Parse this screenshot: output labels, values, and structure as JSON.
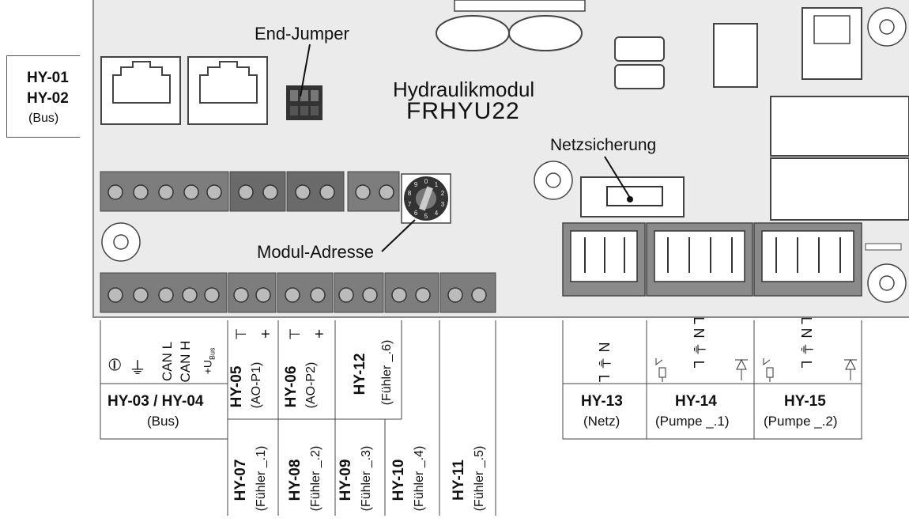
{
  "side_label": {
    "line1": "HY-01",
    "line2": "HY-02",
    "line3": "(Bus)"
  },
  "board": {
    "title1": "Hydraulikmodul",
    "title2": "FRHYU22",
    "callout_jumper": "End-Jumper",
    "callout_fuse": "Netzsicherung",
    "callout_address": "Modul-Adresse",
    "dial_digits": [
      "0",
      "1",
      "2",
      "3",
      "4",
      "5",
      "6",
      "7",
      "8",
      "9"
    ]
  },
  "left_block": {
    "pins": [
      "CAN L",
      "CAN H"
    ],
    "uplus": "+U",
    "usub": "Bus",
    "name": "HY-03 / HY-04",
    "sub": "(Bus)"
  },
  "top_terms": [
    {
      "name": "HY-05",
      "sub": "(AO-P1)",
      "sym1": "⊥",
      "sym2": "+"
    },
    {
      "name": "HY-06",
      "sub": "(AO-P2)",
      "sym1": "⊥",
      "sym2": "+"
    },
    {
      "name": "HY-12",
      "sub": "(Fühler _.6)"
    }
  ],
  "bottom_terms": [
    {
      "name": "HY-07",
      "sub": "(Fühler _.1)"
    },
    {
      "name": "HY-08",
      "sub": "(Fühler _.2)"
    },
    {
      "name": "HY-09",
      "sub": "(Fühler _.3)"
    },
    {
      "name": "HY-10",
      "sub": "(Fühler _.4)"
    },
    {
      "name": "HY-11",
      "sub": "(Fühler _.5)"
    }
  ],
  "right_terms": [
    {
      "name": "HY-13",
      "sub": "(Netz)",
      "pins": "N ⏚ L"
    },
    {
      "name": "HY-14",
      "sub": "(Pumpe _.1)",
      "pins": "L N ⏚ L"
    },
    {
      "name": "HY-15",
      "sub": "(Pumpe _.2)",
      "pins": "L N ⏚ L"
    }
  ]
}
